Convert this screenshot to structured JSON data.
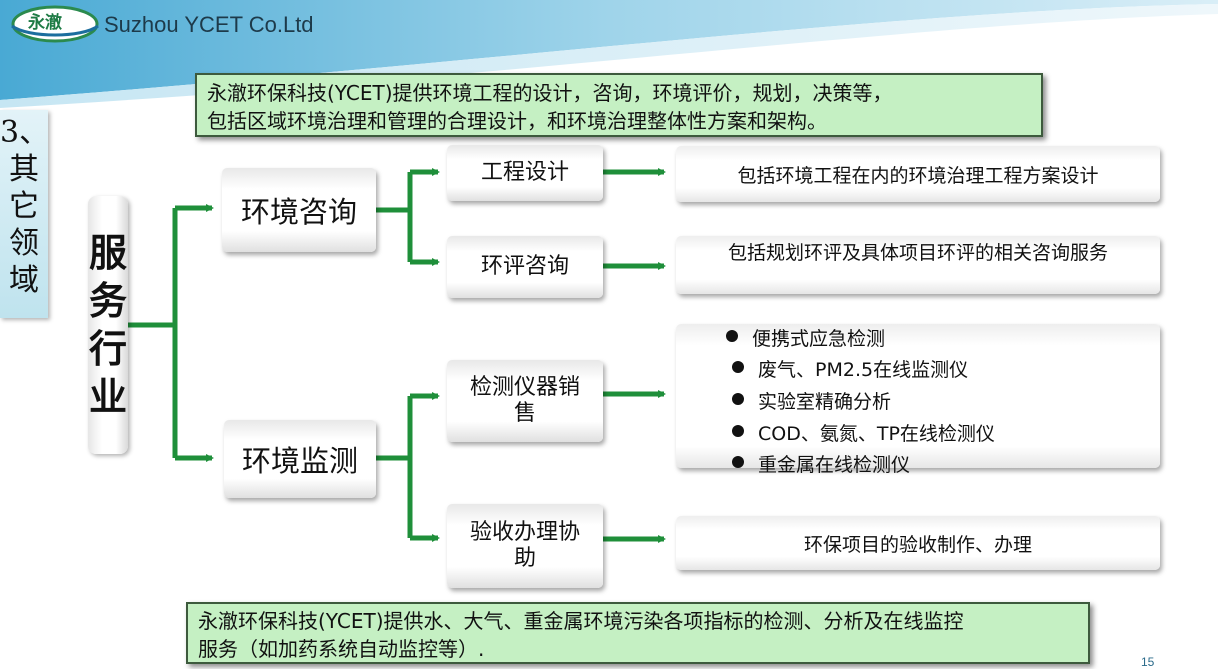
{
  "header": {
    "logo_text": "永澈",
    "company": "Suzhou YCET Co.Ltd"
  },
  "side_label": [
    "3、",
    "其",
    "它",
    "领",
    "域"
  ],
  "intro": {
    "line1": "永澈环保科技(YCET)提供环境工程的设计，咨询，环境评价，规划，决策等，",
    "line2": "包括区域环境治理和管理的合理设计，和环境治理整体性方案和架构。"
  },
  "root": {
    "chars": [
      "服",
      "务",
      "行",
      "业"
    ]
  },
  "branches": {
    "consulting": {
      "label": "环境咨询",
      "children": {
        "engineering_design": {
          "label": "工程设计",
          "desc": "包括环境工程在内的环境治理工程方案设计"
        },
        "eia_consulting": {
          "label": "环评咨询",
          "desc": "包括规划环评及具体项目环评的相关咨询服务"
        }
      }
    },
    "monitoring": {
      "label": "环境监测",
      "children": {
        "instrument_sales": {
          "label_line1": "检测仪器销",
          "label_line2": "售",
          "items": [
            "便携式应急检测",
            "废气、PM2.5在线监测仪",
            "实验室精确分析",
            "COD、氨氮、TP在线检测仪",
            "重金属在线检测仪"
          ]
        },
        "acceptance": {
          "label_line1": "验收办理协",
          "label_line2": "助",
          "desc": "环保项目的验收制作、办理"
        }
      }
    }
  },
  "footer": {
    "line1": "永澈环保科技(YCET)提供水、大气、重金属环境污染各项指标的检测、分析及在线监控",
    "line2": "服务（如加药系统自动监控等）."
  },
  "page_number": "15",
  "colors": {
    "arrow_green": "#1f8f3a",
    "box_green": "#c5f0c3",
    "header_blue": "#5bb6d8"
  }
}
